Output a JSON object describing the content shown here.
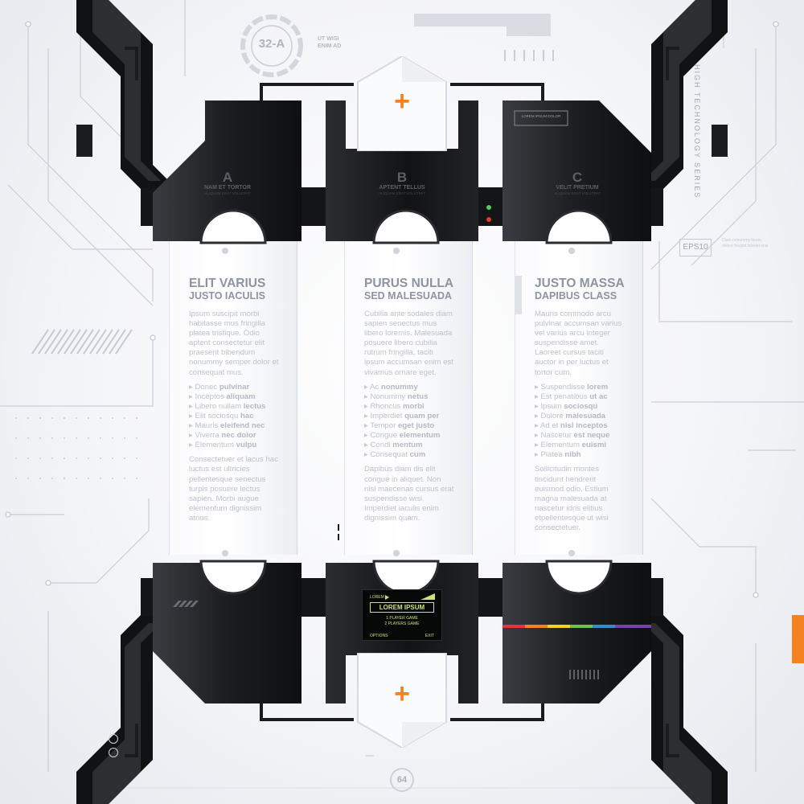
{
  "header": {
    "badge_code": "32-A",
    "badge_side_text_1": "UT WISI",
    "badge_side_text_2": "ENIM AD",
    "vertical_series": "HIGH TECHNOLOGY SERIES",
    "eps_label": "EPS10",
    "eps_note": "Diam nonummy lorem, dolore feugiat laoreet erat",
    "plate_text": "LOREM IPSUM DOLOR"
  },
  "blocks": [
    {
      "letter": "A",
      "sub": "NAM ET TORTOR",
      "sub2": "ALIQUAM ERAT VOLUTPAT"
    },
    {
      "letter": "B",
      "sub": "APTENT TELLUS",
      "sub2": "ALIQUAM ERAT VOLUTPAT"
    },
    {
      "letter": "C",
      "sub": "VELIT PRETIUM",
      "sub2": "ALIQUAM ERAT VOLUTPAT"
    }
  ],
  "columns": [
    {
      "title": "ELIT VARIUS",
      "subtitle": "JUSTO IACULIS",
      "intro": "Ipsum suscipit morbi habitasse mus fringilla platea tristique. Odio aptent consectetur elit praesent bibendum nonummy semper dolor et consequat mus.",
      "items": [
        {
          "plain": "Donec ",
          "bold": "pulvinar"
        },
        {
          "plain": "Inceptos ",
          "bold": "aliquam"
        },
        {
          "plain": "Libero nullam ",
          "bold": "lectus"
        },
        {
          "plain": "Elit sociosqu ",
          "bold": "hac"
        },
        {
          "plain": "Mauris ",
          "bold": "eleifend nec"
        },
        {
          "plain": "Viverra ",
          "bold": "nec dolor"
        },
        {
          "plain": "Elementum ",
          "bold": "vulpu"
        }
      ],
      "outro": "Consectetuer et lacus hac luctus est ultricies pellentesque senectus turpis posuere lectus sapien. Morbi augue elementum dignissim atrius."
    },
    {
      "title": "PURUS NULLA",
      "subtitle": "SED MALESUADA",
      "intro": "Cubilia ante sodales diam sapien senectus mus libero loremis. Malesuada posuere libero cubilia rutrum fringilla, taciti ipsum accumsan enim est vivamus ornare eget.",
      "items": [
        {
          "plain": "Ac ",
          "bold": "nonummy"
        },
        {
          "plain": "Nonummy ",
          "bold": "netus"
        },
        {
          "plain": "Rhoncus ",
          "bold": "morbi"
        },
        {
          "plain": "Imperdiet ",
          "bold": "quam per"
        },
        {
          "plain": "Tempor ",
          "bold": "eget justo"
        },
        {
          "plain": "Congue ",
          "bold": "elementum"
        },
        {
          "plain": "Condi ",
          "bold": "mentum"
        },
        {
          "plain": "Consequat ",
          "bold": "cum"
        }
      ],
      "outro": "Dapibus diam dis elit congue in aliquet. Non nisl maecenas cursus erat suspendisse wisi. Imperdiet iaculis enim dignissim quam."
    },
    {
      "title": "JUSTO MASSA",
      "subtitle": "DAPIBUS CLASS",
      "intro": "Mauris commodo arcu pulvinar accumsan varius vel varius arcu integer suspendisse amet. Laoreet cursus taciti auctor in per luctus et tortor cum.",
      "items": [
        {
          "plain": "Suspendisse ",
          "bold": "lorem"
        },
        {
          "plain": "Est penatibus ",
          "bold": "ut ac"
        },
        {
          "plain": "Ipsum ",
          "bold": "sociosqu"
        },
        {
          "plain": "Dolore ",
          "bold": "malesuada"
        },
        {
          "plain": "Ad et ",
          "bold": "nisl inceptos"
        },
        {
          "plain": "Nascetur ",
          "bold": "est neque"
        },
        {
          "plain": "Elementum ",
          "bold": "euismi"
        },
        {
          "plain": "Platea ",
          "bold": "nibh"
        }
      ],
      "outro": "Sollicitudin montes tincidunt hendrerit euismod odio. Estium magna malesuada at nascetur idris elitius etpellentesque ut wisi consectetuer."
    }
  ],
  "screen": {
    "top_left": "LOREM",
    "title": "LOREM IPSUM",
    "option_1": "1 PLAYER GAME",
    "option_2": "2 PLAYERS GAME",
    "bottom_left": "OPTIONS",
    "bottom_right": "EXIT"
  },
  "footer": {
    "page_number": "64"
  },
  "colors": {
    "accent_orange": "#f58220",
    "dark_metal": "#1f2023",
    "panel_white": "#ffffff",
    "text_gray": "#8d93a3",
    "screen_green": "#c8e37a"
  },
  "icons": [
    "plus-icon",
    "play-icon",
    "signal-bars-icon",
    "power-button-icon"
  ]
}
